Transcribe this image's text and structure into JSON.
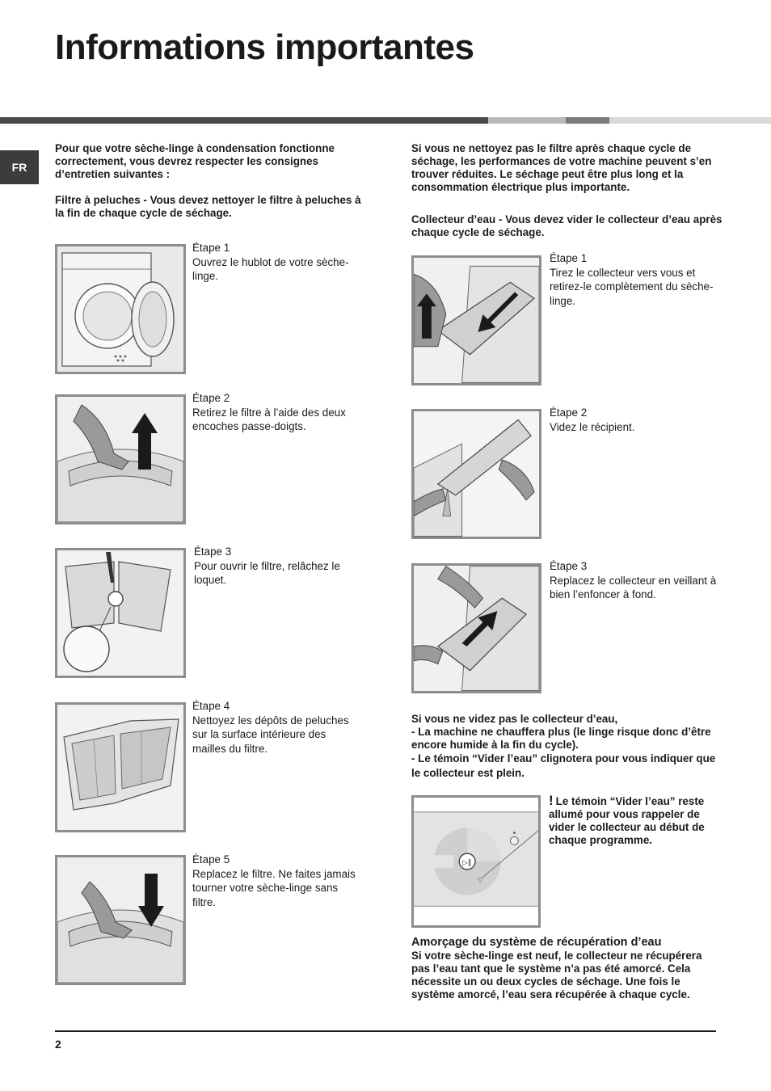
{
  "page": {
    "title": "Informations importantes",
    "lang_tab": "FR",
    "page_number": "2"
  },
  "left": {
    "intro": "Pour que votre sèche-linge à condensation fonctionne correctement, vous devrez respecter les consignes d’entretien suivantes :",
    "filter_heading": "Filtre à peluches - Vous devez nettoyer le filtre à peluches à la fin de chaque cycle de séchage.",
    "steps": [
      {
        "label": "Étape 1",
        "text": "Ouvrez le hublot de votre sèche-linge."
      },
      {
        "label": "Étape 2",
        "text": "Retirez le filtre à l’aide des deux encoches passe-doigts."
      },
      {
        "label": "Étape 3",
        "text": "Pour ouvrir le filtre, relâchez le loquet."
      },
      {
        "label": "Étape 4",
        "text": "Nettoyez les dépôts de peluches sur la surface intérieure des mailles du filtre."
      },
      {
        "label": "Étape 5",
        "text": "Replacez le filtre. Ne faites jamais tourner votre sèche-linge sans filtre."
      }
    ]
  },
  "right": {
    "intro": "Si vous ne nettoyez pas le filtre après chaque cycle de séchage, les performances de votre machine peuvent s’en trouver réduites. Le séchage peut être plus long et la consommation électrique plus importante.",
    "collector_heading": "Collecteur d’eau - Vous devez vider le collecteur d’eau après chaque cycle de séchage.",
    "steps": [
      {
        "label": "Étape 1",
        "text": "Tirez le collecteur vers vous et retirez-le complètement du sèche-linge."
      },
      {
        "label": "Étape 2",
        "text": "Videz le récipient."
      },
      {
        "label": "Étape 3",
        "text": "Replacez le collecteur en veillant à bien l’enfoncer à fond."
      }
    ],
    "warning": {
      "line1": "Si vous ne videz pas le collecteur d’eau,",
      "line2": "- La machine ne chauffera plus (le linge risque donc d’être encore humide à la fin du cycle).",
      "line3": "- Le témoin “Vider l’eau” clignotera pour vous indiquer que le collecteur est plein."
    },
    "notice": {
      "mark": "!",
      "text": "Le témoin “Vider l’eau” reste allumé pour vous rappeler de vider le collecteur au début de chaque programme."
    },
    "priming": {
      "title": "Amorçage du système de récupération d’eau",
      "body": "Si votre sèche-linge est neuf, le collecteur ne récupérera pas l’eau tant que le système n’a pas été amorcé. Cela nécessite un ou deux cycles de séchage. Une fois le système amorcé, l’eau sera récupérée à chaque cycle."
    }
  },
  "colors": {
    "bar_dark": "#4a4a4a",
    "bar_light": "#b9b9b9",
    "bar_mid": "#7c7c7c",
    "bar_pale": "#d9d9d9",
    "frame": "#8d8d8d"
  }
}
